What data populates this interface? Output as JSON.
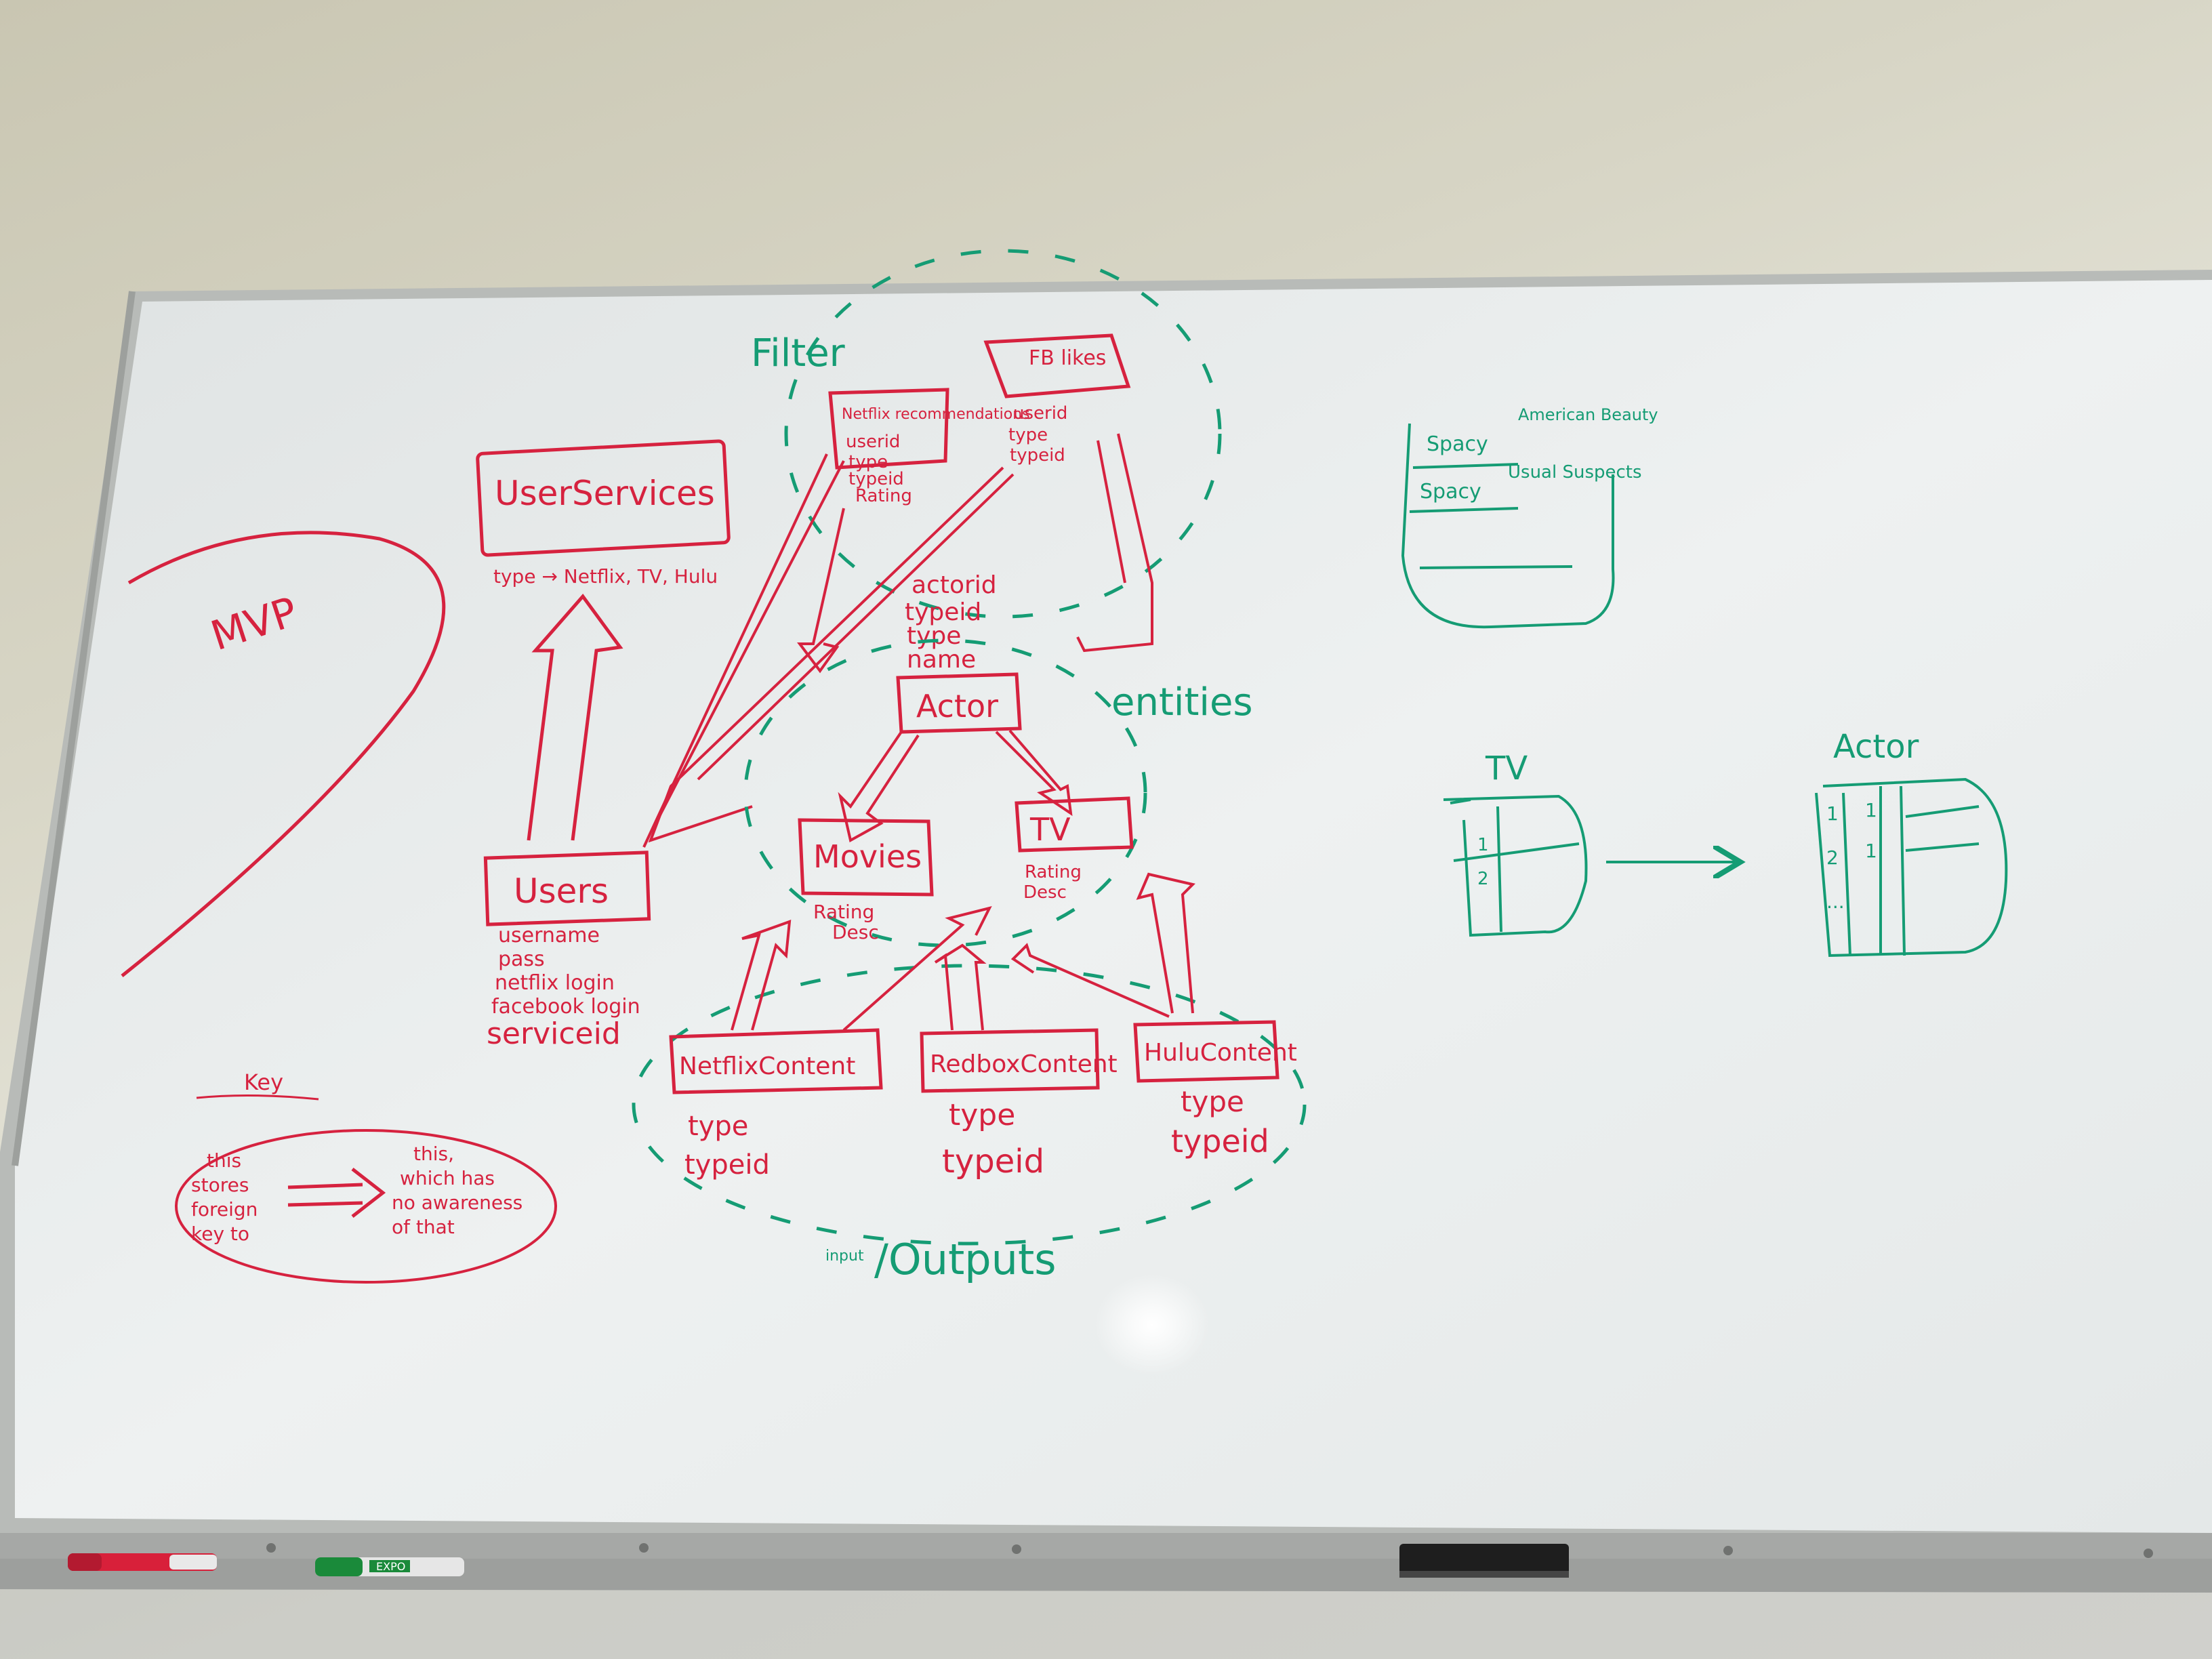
{
  "board": {
    "mvp_label": "MVP",
    "filter_label": "Filter",
    "entities_label": "entities",
    "io_label_small": "input",
    "io_label": "/Outputs",
    "user_services": {
      "title": "UserServices",
      "note": "type → Netflix, TV, Hulu"
    },
    "users": {
      "title": "Users",
      "fields": [
        "username",
        "pass",
        "netflix login",
        "facebook login",
        "serviceid"
      ]
    },
    "netflix_rec": {
      "title": "Netflix recommendations",
      "fields": [
        "userid",
        "type",
        "typeid",
        "Rating"
      ]
    },
    "fb_likes": {
      "title": "FB likes",
      "fields": [
        "userid",
        "type",
        "typeid"
      ]
    },
    "actor": {
      "title": "Actor",
      "fields": [
        "actorid",
        "typeid",
        "type",
        "name"
      ]
    },
    "movies": {
      "title": "Movies",
      "fields": [
        "Rating",
        "Desc"
      ]
    },
    "tv": {
      "title": "TV",
      "fields": [
        "Rating",
        "Desc"
      ]
    },
    "netflix_content": {
      "title": "NetflixContent",
      "fields": [
        "type",
        "typeid"
      ]
    },
    "redbox_content": {
      "title": "RedboxContent",
      "fields": [
        "type",
        "typeid"
      ]
    },
    "hulu_content": {
      "title": "HuluContent",
      "fields": [
        "type",
        "typeid"
      ]
    },
    "key": {
      "title": "Key",
      "left": [
        "this",
        "stores",
        "foreign",
        "key to"
      ],
      "right": [
        "this,",
        "which has",
        "no awareness",
        "of that"
      ]
    },
    "spacy_table": {
      "rows": [
        {
          "name": "Spacy",
          "film": "American Beauty"
        },
        {
          "name": "Spacy",
          "film": "Usual Suspects"
        }
      ]
    },
    "tv_table": {
      "title": "TV",
      "ids": [
        "1",
        "2"
      ]
    },
    "actor_table": {
      "title": "Actor",
      "ids": [
        "1",
        "2",
        "..."
      ],
      "refs": [
        "1",
        "1"
      ]
    }
  },
  "tray": {
    "marker_red": {
      "brand": "",
      "color": "#d8203a"
    },
    "marker_green": {
      "brand": "EXPO",
      "color": "#1a8a3a"
    }
  },
  "colors": {
    "red_ink": "#d6223f",
    "green_ink": "#159c74",
    "board": "#eef1f2",
    "frame": "#b9bcb8"
  }
}
